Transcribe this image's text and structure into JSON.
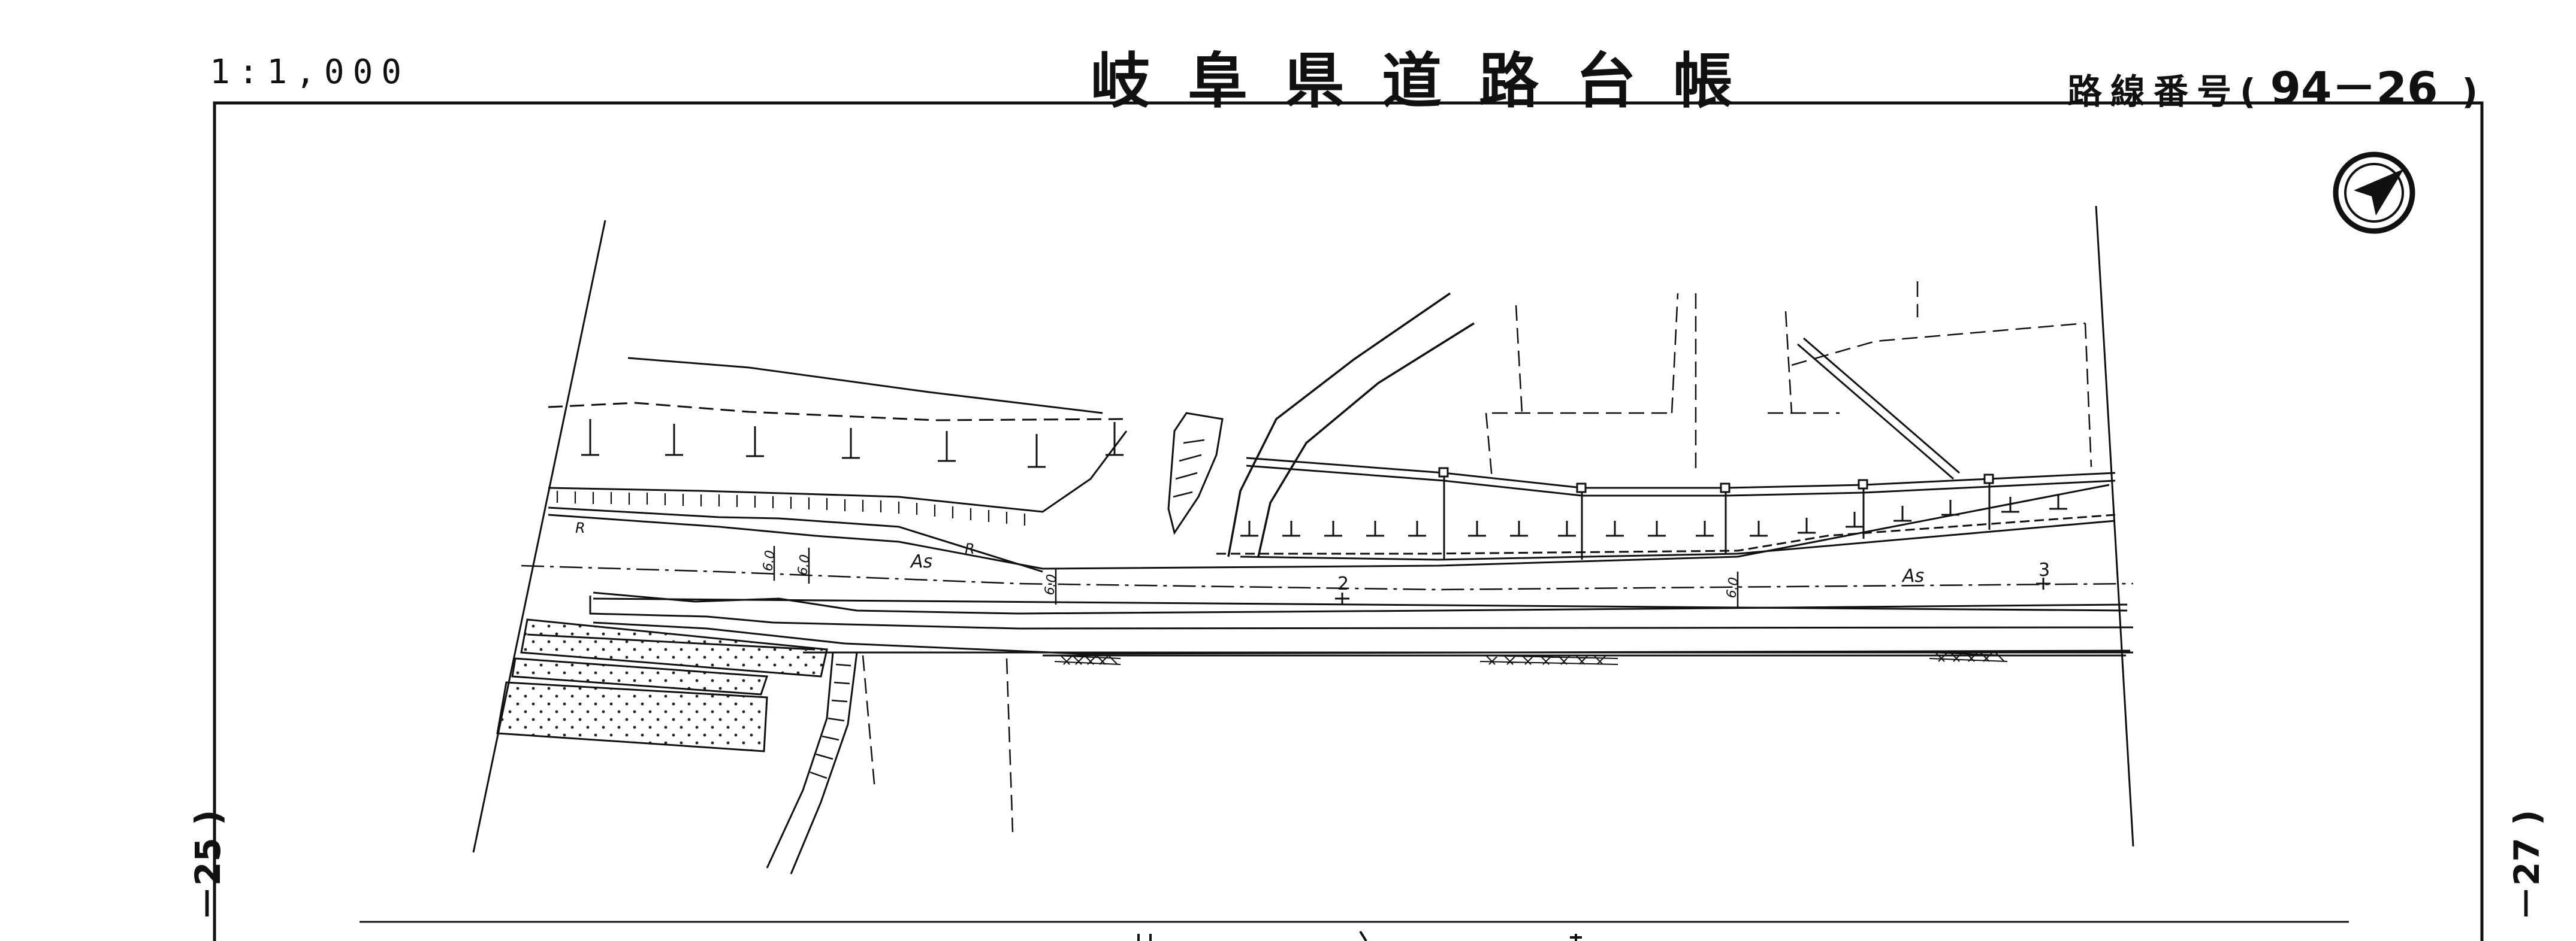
{
  "header": {
    "scale": "1:1,000",
    "title": "岐阜県道路台帳",
    "route_label": "路線番号(",
    "route_number": "94－26",
    "route_close": ")"
  },
  "side_marks": {
    "left": "－25 )",
    "right": "－27 )"
  },
  "map": {
    "road_labels": [
      "As",
      "As"
    ],
    "curb_labels": [
      "R",
      "R"
    ],
    "station_labels": [
      "2",
      "3"
    ],
    "width_labels": [
      "6.0",
      "6.0",
      "6.0",
      "6.0"
    ]
  },
  "north_arrow": {
    "icon": "north-arrow-icon"
  }
}
